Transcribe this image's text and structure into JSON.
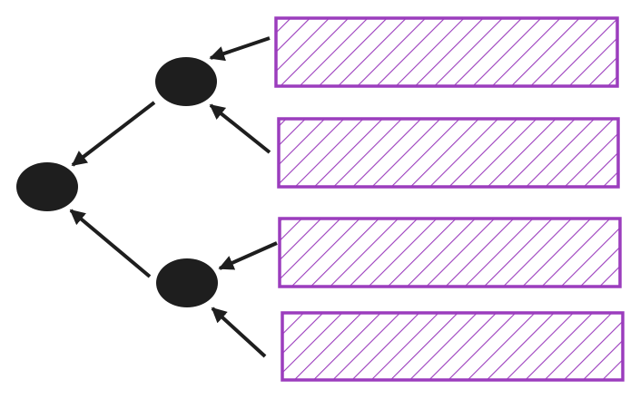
{
  "diagram": {
    "type": "tree-merge",
    "direction": "right-to-left",
    "colors": {
      "node_fill": "#1e1e1e",
      "edge": "#1e1e1e",
      "block_stroke": "#9b3dbd",
      "block_hatch": "#9b3dbd",
      "background": "#ffffff"
    },
    "nodes": [
      {
        "id": "root",
        "shape": "filled-circle"
      },
      {
        "id": "upper-merge",
        "shape": "filled-circle"
      },
      {
        "id": "lower-merge",
        "shape": "filled-circle"
      }
    ],
    "blocks": [
      {
        "id": "block-1",
        "pattern": "diagonal-hatch"
      },
      {
        "id": "block-2",
        "pattern": "diagonal-hatch"
      },
      {
        "id": "block-3",
        "pattern": "diagonal-hatch"
      },
      {
        "id": "block-4",
        "pattern": "diagonal-hatch"
      }
    ],
    "edges": [
      {
        "from": "block-1",
        "to": "upper-merge"
      },
      {
        "from": "block-2",
        "to": "upper-merge"
      },
      {
        "from": "block-3",
        "to": "lower-merge"
      },
      {
        "from": "block-4",
        "to": "lower-merge"
      },
      {
        "from": "upper-merge",
        "to": "root"
      },
      {
        "from": "lower-merge",
        "to": "root"
      }
    ]
  }
}
